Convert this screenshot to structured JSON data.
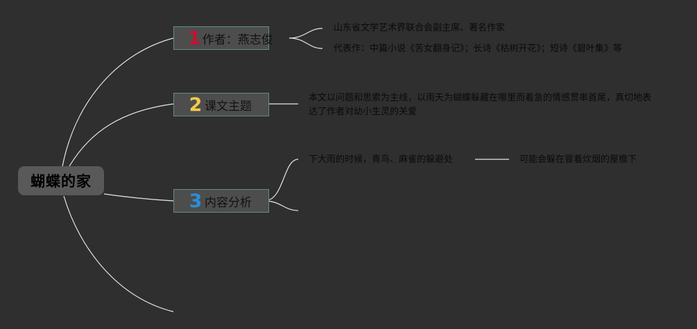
{
  "root": {
    "label": "蝴蝶的家"
  },
  "branches": [
    {
      "number": "1",
      "number_color": "#c8102e",
      "label": "作者：燕志俊",
      "details": [
        "山东省文学艺术界联合会副主席、著名作家",
        "代表作：中篇小说《苦女翻身记》；长诗《枯树开花》；短诗《碧叶集》等"
      ]
    },
    {
      "number": "2",
      "number_color": "#f2c94c",
      "label": "课文主题",
      "details": [
        "本文以问题和思索为主线，以雨天为蝴蝶躲藏在哪里而着急的情感贯串首尾，真切地表达了作者对幼小生灵的关爱"
      ]
    },
    {
      "number": "3",
      "number_color": "#2b8fd6",
      "label": "内容分析",
      "details": [
        "下大雨的时候，青鸟、麻雀的躲避处"
      ],
      "sub_detail": "可能会躲在冒着炊烟的屋檐下"
    }
  ],
  "colors": {
    "background": "#2f2f2f",
    "connector": "#e6e6e6",
    "node_fill": "#4d4d4d",
    "node_border": "#5f8f83",
    "root_fill": "#595959",
    "text": "#0a0a0a"
  }
}
